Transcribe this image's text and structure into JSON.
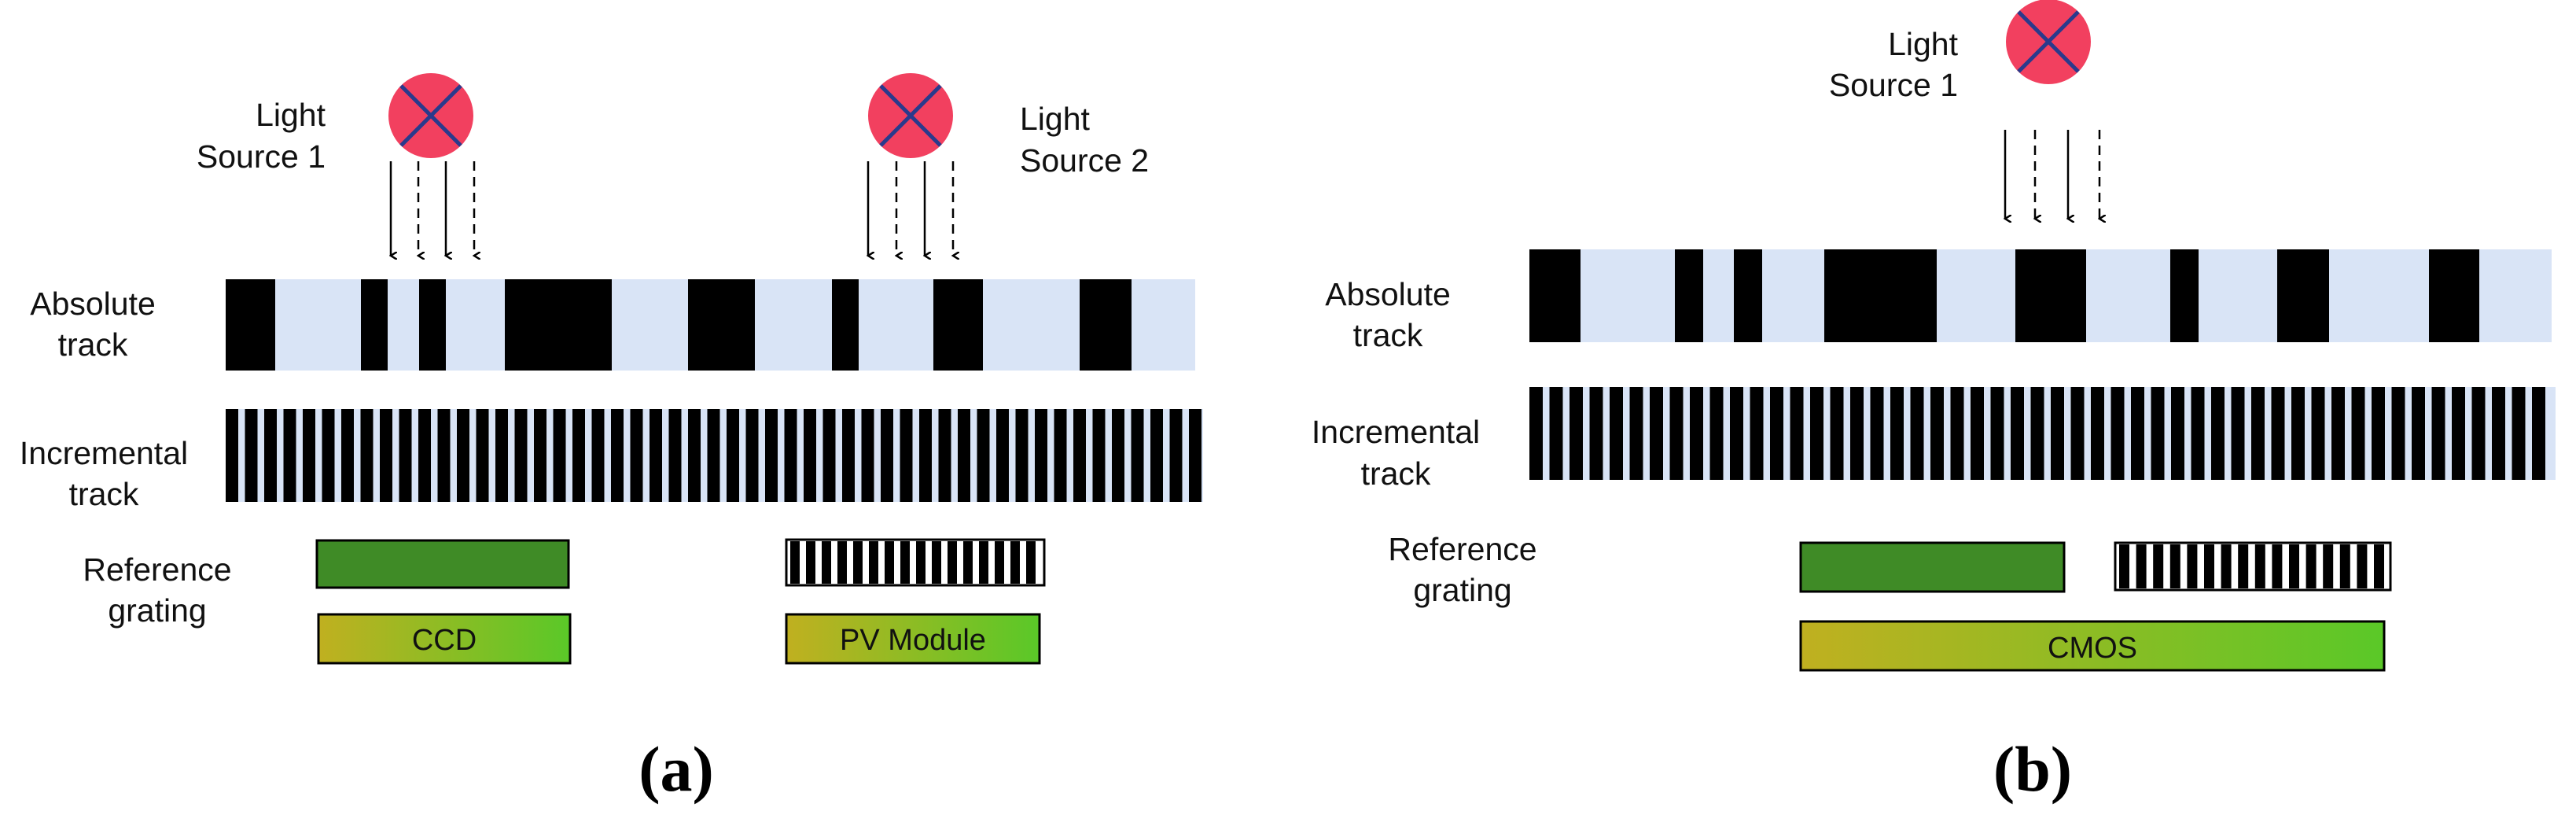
{
  "panel_a": {
    "caption": "(a)",
    "light_source_1": [
      "Light",
      "Source 1"
    ],
    "light_source_2": [
      "Light",
      "Source 2"
    ],
    "absolute_track_label": [
      "Absolute",
      "track"
    ],
    "incremental_track_label": [
      "Incremental",
      "track"
    ],
    "reference_grating_label": [
      "Reference",
      "grating"
    ],
    "sensor_1": "CCD",
    "sensor_2": "PV Module"
  },
  "panel_b": {
    "caption": "(b)",
    "light_source_1": [
      "Light",
      "Source 1"
    ],
    "absolute_track_label": [
      "Absolute",
      "track"
    ],
    "incremental_track_label": [
      "Incremental",
      "track"
    ],
    "reference_grating_label": [
      "Reference",
      "grating"
    ],
    "sensor": "CMOS"
  },
  "colors": {
    "track_background": "#d9e4f6",
    "bar": "#000000",
    "light_source": "#f2405f",
    "light_source_cross": "#2a3a8c",
    "reference_green": "#3f8b26",
    "sensor_gradient_start": "#c0b020",
    "sensor_gradient_end": "#5ac828"
  }
}
